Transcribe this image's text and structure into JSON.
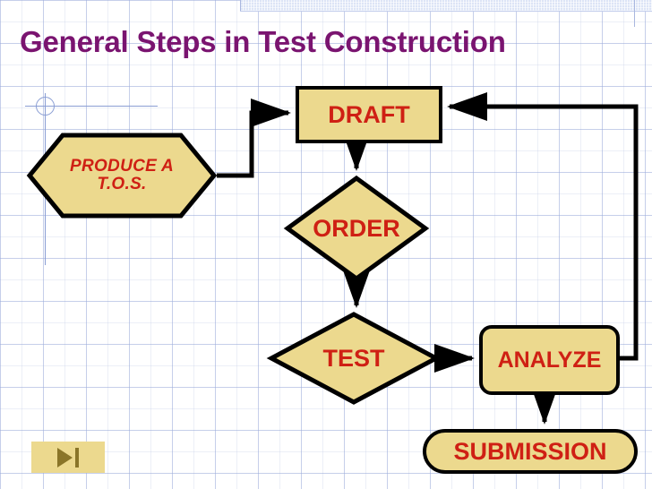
{
  "slide": {
    "title": "General Steps in Test Construction",
    "title_color": "#7a1470",
    "background_color": "#ffffff",
    "grid": "graph-paper-blue"
  },
  "theme": {
    "shape_fill": "#ecd98e",
    "shape_stroke": "#000000",
    "shape_text_color": "#cf2014",
    "connector_color": "#000000",
    "decoration_color": "#8a9ed4",
    "band_color": "#dce4f6"
  },
  "flowchart": {
    "type": "flowchart",
    "nodes": [
      {
        "id": "tos",
        "label": "PRODUCE A\nT.O.S.",
        "label_line1": "PRODUCE A",
        "label_line2": "T.O.S.",
        "shape": "hexagon"
      },
      {
        "id": "draft",
        "label": "DRAFT",
        "shape": "rectangle"
      },
      {
        "id": "order",
        "label": "ORDER",
        "shape": "diamond"
      },
      {
        "id": "test",
        "label": "TEST",
        "shape": "diamond"
      },
      {
        "id": "analyze",
        "label": "ANALYZE",
        "shape": "rounded-rectangle"
      },
      {
        "id": "submission",
        "label": "SUBMISSION",
        "shape": "stadium"
      }
    ],
    "edges": [
      {
        "from": "tos",
        "to": "draft",
        "routing": "right-up-right"
      },
      {
        "from": "draft",
        "to": "order",
        "routing": "down"
      },
      {
        "from": "order",
        "to": "test",
        "routing": "down"
      },
      {
        "from": "test",
        "to": "analyze",
        "routing": "right"
      },
      {
        "from": "analyze",
        "to": "submission",
        "routing": "down"
      },
      {
        "from": "analyze",
        "to": "draft",
        "routing": "right-up-left-feedback"
      }
    ]
  },
  "nav": {
    "next_button_label": "",
    "icon": "skip-to-end-icon"
  }
}
